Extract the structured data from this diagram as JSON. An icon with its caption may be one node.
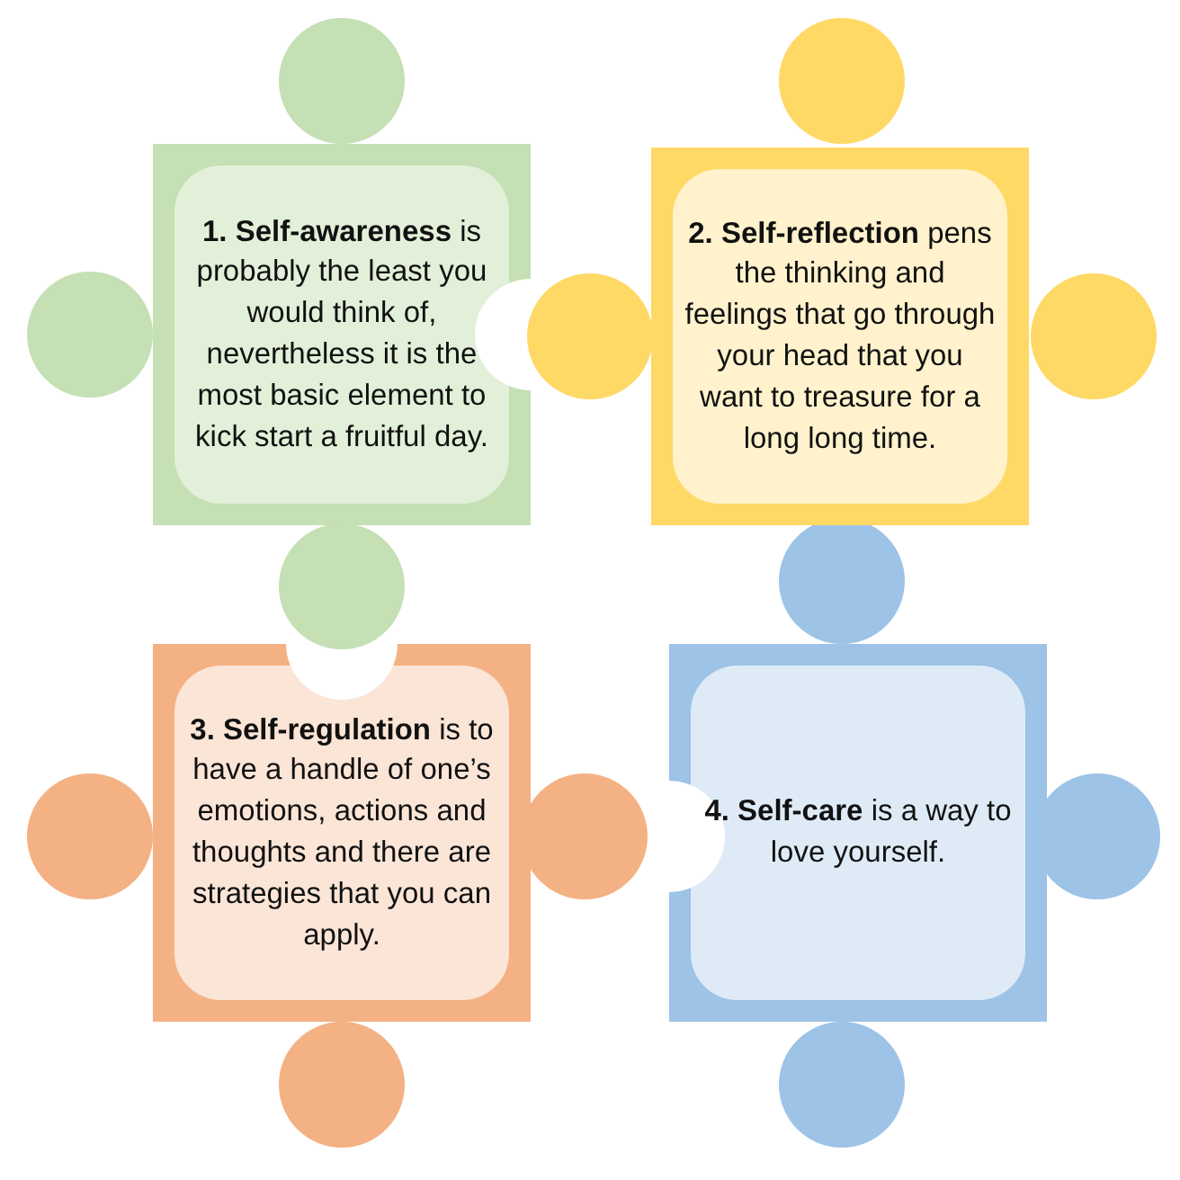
{
  "diagram": {
    "nodes": [
      {
        "text": [
          "**1. Self-awareness** is probably the least you would think of, nevertheless it is the most basic element to kick start a fruitful day."
        ]
      },
      {
        "text": [
          "**2. Self-reflection** pens the thinking and feelings that go through your head that you want to treasure for a long long time."
        ]
      },
      {
        "text": [
          "**3. Self-regulation** is to have a handle of one’s emotions, actions and thoughts and there are strategies that you can apply."
        ]
      },
      {
        "text": [
          "**4. Self-care** is a way to love yourself."
        ]
      }
    ]
  }
}
